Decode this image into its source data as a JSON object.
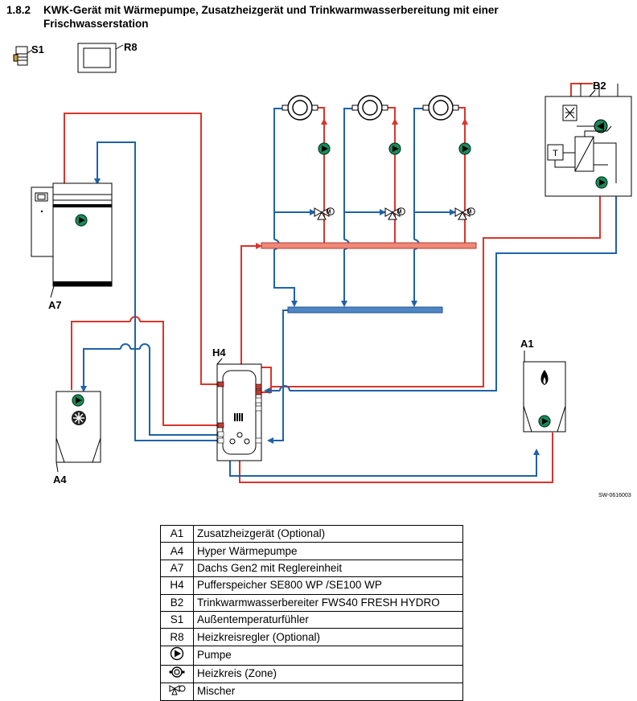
{
  "header": {
    "number": "1.8.2",
    "title_line1": "KWK-Gerät mit Wärmepumpe, Zusatzheizgerät und Trinkwarmwasserbereitung mit einer",
    "title_line2": "Frischwasserstation"
  },
  "diagram": {
    "labels": {
      "s1": "S1",
      "r8": "R8",
      "b2": "B2",
      "a7": "A7",
      "a4": "A4",
      "a1": "A1",
      "h4": "H4",
      "t": "T",
      "m": "M"
    },
    "drawing_code": "SW-0616003",
    "colors": {
      "red": "#d9352b",
      "blue": "#1f62a8",
      "pump_green": "#1c8a5a",
      "manifold_red": "#f08878",
      "manifold_blue": "#4f86c6"
    }
  },
  "legend": [
    {
      "key": "A1",
      "text": "Zusatzheizgerät (Optional)"
    },
    {
      "key": "A4",
      "text": "Hyper Wärmepumpe"
    },
    {
      "key": "A7",
      "text": "Dachs Gen2 mit Reglereinheit"
    },
    {
      "key": "H4",
      "text": "Pufferspeicher SE800 WP /SE100 WP"
    },
    {
      "key": "B2",
      "text": "Trinkwarmwasserbereiter FWS40 FRESH HYDRO"
    },
    {
      "key": "S1",
      "text": "Außentemperaturfühler"
    },
    {
      "key": "R8",
      "text": "Heizkreisregler (Optional)"
    },
    {
      "icon": "pump-icon",
      "text": "Pumpe"
    },
    {
      "icon": "heating-circuit-icon",
      "text": "Heizkreis (Zone)"
    },
    {
      "icon": "mixer-icon",
      "text": "Mischer"
    }
  ]
}
